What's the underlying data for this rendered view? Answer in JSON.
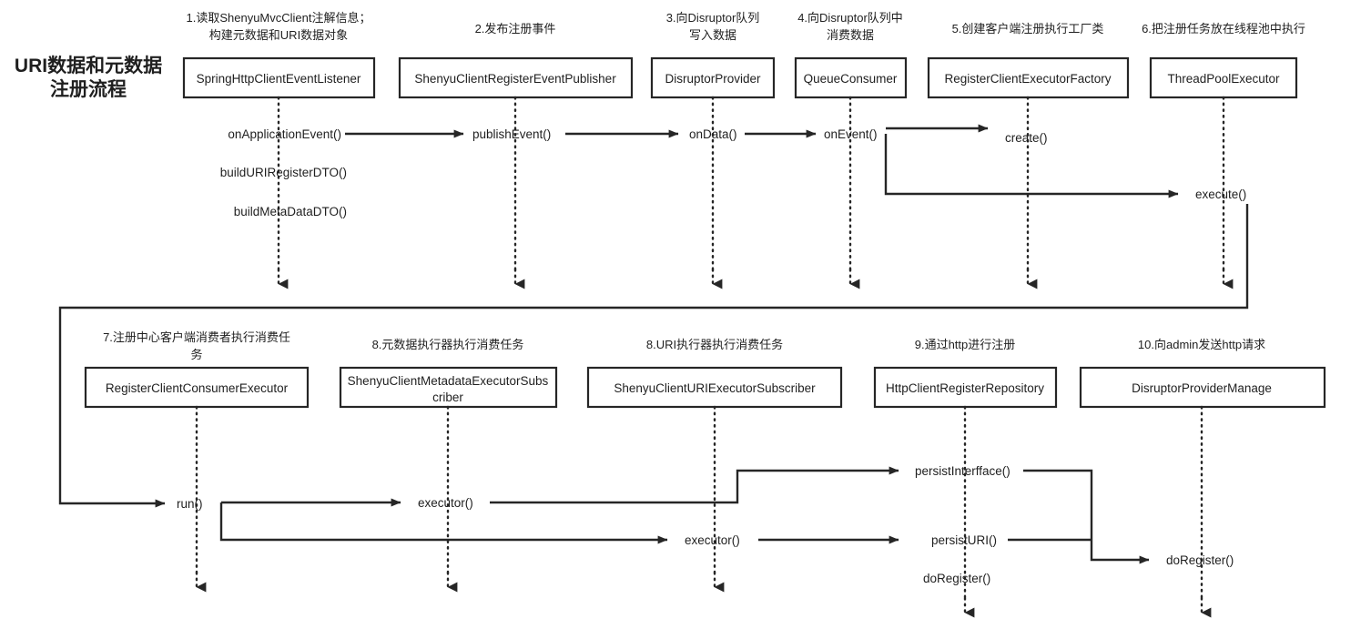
{
  "diagram": {
    "title_line1": "URI数据和元数据",
    "title_line2": "注册流程",
    "title_color": "#F2453D",
    "line_color": "#262626",
    "background": "#FFFFFF"
  },
  "top_section": {
    "participants": [
      {
        "note_lines": [
          "1.读取ShenyuMvcClient注解信息；",
          "构建元数据和URI数据对象"
        ],
        "name": "SpringHttpClientEventListener"
      },
      {
        "note_lines": [
          "2.发布注册事件"
        ],
        "name": "ShenyuClientRegisterEventPublisher"
      },
      {
        "note_lines": [
          "3.向Disruptor队列",
          "写入数据"
        ],
        "name": "DisruptorProvider"
      },
      {
        "note_lines": [
          "4.向Disruptor队列中",
          "消费数据"
        ],
        "name": "QueueConsumer"
      },
      {
        "note_lines": [
          "5.创建客户端注册执行工厂类"
        ],
        "name": "RegisterClientExecutorFactory"
      },
      {
        "note_lines": [
          "6.把注册任务放在线程池中执行"
        ],
        "name": "ThreadPoolExecutor"
      }
    ],
    "messages": [
      "onApplicationEvent()",
      "buildURIRegisterDTO()",
      "buildMetaDataDTO()",
      "publishEvent()",
      "onData()",
      "onEvent()",
      "create()",
      "execute()"
    ]
  },
  "bottom_section": {
    "participants": [
      {
        "note_lines": [
          "7.注册中心客户端消费者执行消费任",
          "务"
        ],
        "name": "RegisterClientConsumerExecutor"
      },
      {
        "note_lines": [
          "8.元数据执行器执行消费任务"
        ],
        "name": "ShenyuClientMetadataExecutorSubscriber"
      },
      {
        "note_lines": [
          "8.URI执行器执行消费任务"
        ],
        "name": "ShenyuClientURIExecutorSubscriber"
      },
      {
        "note_lines": [
          "9.通过http进行注册"
        ],
        "name": "HttpClientRegisterRepository"
      },
      {
        "note_lines": [
          "10.向admin发送http请求"
        ],
        "name": "DisruptorProviderManage"
      }
    ],
    "messages": [
      "run()",
      "executor()",
      "executor()",
      "persistInterfface()",
      "persistURI()",
      "doRegister()",
      "doRegister()"
    ]
  }
}
